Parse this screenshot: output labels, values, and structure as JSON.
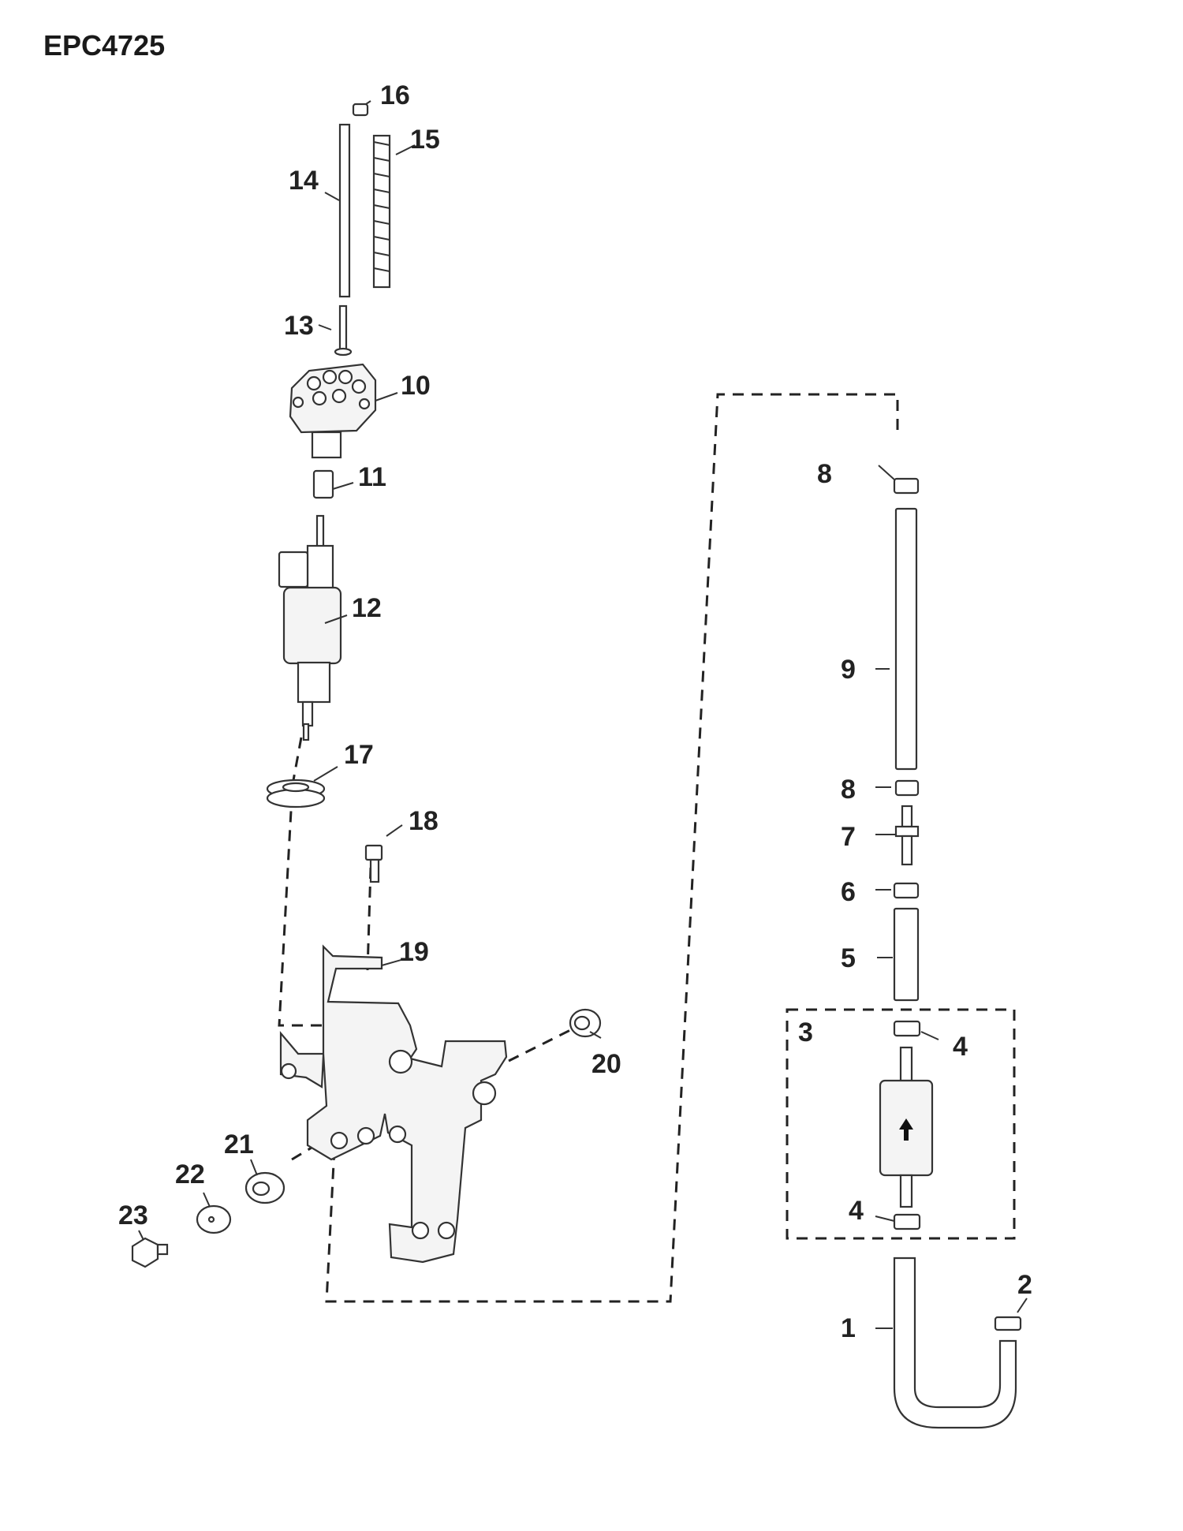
{
  "diagram_id": "EPC4725",
  "callouts": [
    {
      "id": "c1",
      "label": "1"
    },
    {
      "id": "c2",
      "label": "2"
    },
    {
      "id": "c3",
      "label": "3"
    },
    {
      "id": "c4a",
      "label": "4"
    },
    {
      "id": "c4b",
      "label": "4"
    },
    {
      "id": "c5",
      "label": "5"
    },
    {
      "id": "c6",
      "label": "6"
    },
    {
      "id": "c7",
      "label": "7"
    },
    {
      "id": "c8a",
      "label": "8"
    },
    {
      "id": "c8b",
      "label": "8"
    },
    {
      "id": "c9",
      "label": "9"
    },
    {
      "id": "c10",
      "label": "10"
    },
    {
      "id": "c11",
      "label": "11"
    },
    {
      "id": "c12",
      "label": "12"
    },
    {
      "id": "c13",
      "label": "13"
    },
    {
      "id": "c14",
      "label": "14"
    },
    {
      "id": "c15",
      "label": "15"
    },
    {
      "id": "c16",
      "label": "16"
    },
    {
      "id": "c17",
      "label": "17"
    },
    {
      "id": "c18",
      "label": "18"
    },
    {
      "id": "c19",
      "label": "19"
    },
    {
      "id": "c20",
      "label": "20"
    },
    {
      "id": "c21",
      "label": "21"
    },
    {
      "id": "c22",
      "label": "22"
    },
    {
      "id": "c23",
      "label": "23"
    }
  ]
}
